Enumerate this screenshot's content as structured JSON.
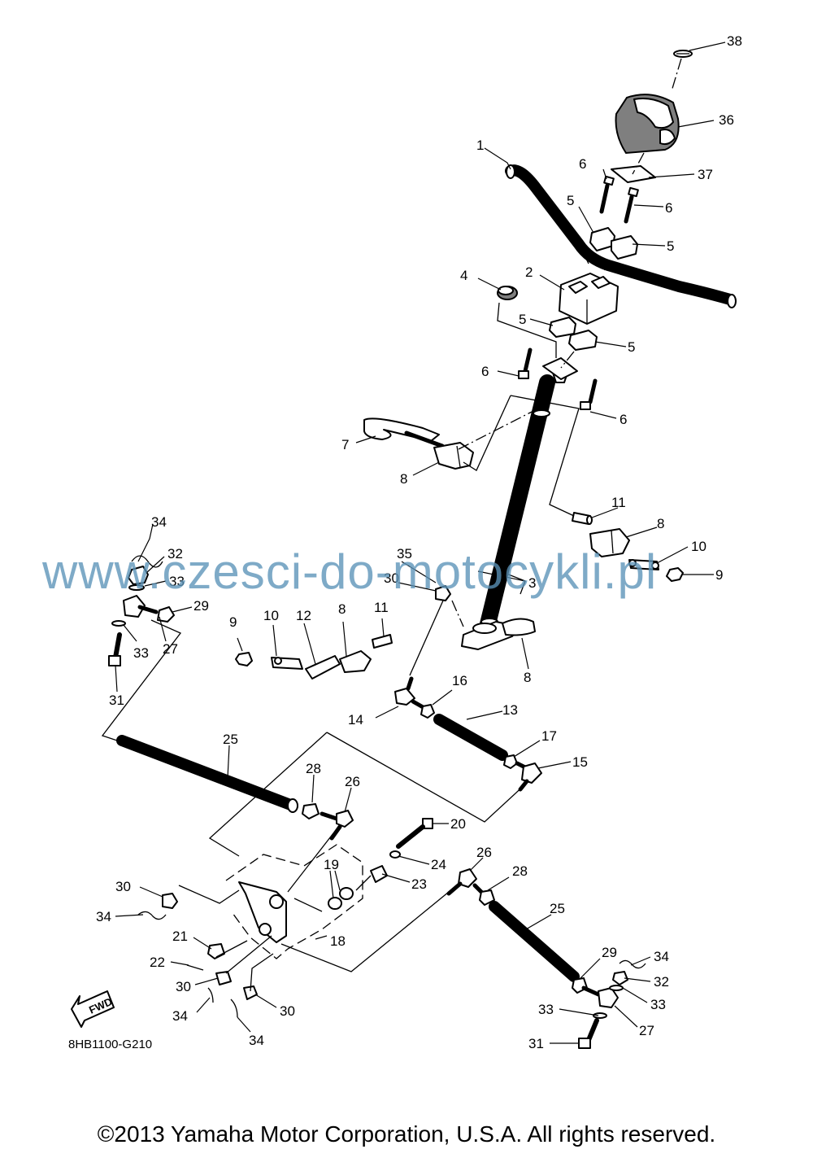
{
  "diagram_code": "8HB1100-G210",
  "fwd_label": "FWD",
  "watermark": "www.czesci-do-motocykli.pl",
  "copyright": "©2013 Yamaha Motor Corporation, U.S.A. All rights reserved.",
  "callouts": [
    {
      "id": "c38",
      "label": "38"
    },
    {
      "id": "c36",
      "label": "36"
    },
    {
      "id": "c37",
      "label": "37"
    },
    {
      "id": "c1",
      "label": "1"
    },
    {
      "id": "c6a",
      "label": "6"
    },
    {
      "id": "c6b",
      "label": "6"
    },
    {
      "id": "c5a",
      "label": "5"
    },
    {
      "id": "c5b",
      "label": "5"
    },
    {
      "id": "c4",
      "label": "4"
    },
    {
      "id": "c2",
      "label": "2"
    },
    {
      "id": "c5c",
      "label": "5"
    },
    {
      "id": "c5d",
      "label": "5"
    },
    {
      "id": "c6c",
      "label": "6"
    },
    {
      "id": "c6d",
      "label": "6"
    },
    {
      "id": "c7",
      "label": "7"
    },
    {
      "id": "c8a",
      "label": "8"
    },
    {
      "id": "c11a",
      "label": "11"
    },
    {
      "id": "c8b",
      "label": "8"
    },
    {
      "id": "c10a",
      "label": "10"
    },
    {
      "id": "c9a",
      "label": "9"
    },
    {
      "id": "c34a",
      "label": "34"
    },
    {
      "id": "c32a",
      "label": "32"
    },
    {
      "id": "c33a",
      "label": "33"
    },
    {
      "id": "c35",
      "label": "35"
    },
    {
      "id": "c30a",
      "label": "30"
    },
    {
      "id": "c3",
      "label": "3"
    },
    {
      "id": "c29a",
      "label": "29"
    },
    {
      "id": "c33b",
      "label": "33"
    },
    {
      "id": "c27a",
      "label": "27"
    },
    {
      "id": "c9b",
      "label": "9"
    },
    {
      "id": "c10b",
      "label": "10"
    },
    {
      "id": "c12",
      "label": "12"
    },
    {
      "id": "c8c",
      "label": "8"
    },
    {
      "id": "c11b",
      "label": "11"
    },
    {
      "id": "c8d",
      "label": "8"
    },
    {
      "id": "c31a",
      "label": "31"
    },
    {
      "id": "c16",
      "label": "16"
    },
    {
      "id": "c13",
      "label": "13"
    },
    {
      "id": "c14",
      "label": "14"
    },
    {
      "id": "c25a",
      "label": "25"
    },
    {
      "id": "c17",
      "label": "17"
    },
    {
      "id": "c15",
      "label": "15"
    },
    {
      "id": "c28a",
      "label": "28"
    },
    {
      "id": "c26a",
      "label": "26"
    },
    {
      "id": "c20",
      "label": "20"
    },
    {
      "id": "c24",
      "label": "24"
    },
    {
      "id": "c19",
      "label": "19"
    },
    {
      "id": "c26b",
      "label": "26"
    },
    {
      "id": "c23",
      "label": "23"
    },
    {
      "id": "c28b",
      "label": "28"
    },
    {
      "id": "c30b",
      "label": "30"
    },
    {
      "id": "c34b",
      "label": "34"
    },
    {
      "id": "c25b",
      "label": "25"
    },
    {
      "id": "c21",
      "label": "21"
    },
    {
      "id": "c18",
      "label": "18"
    },
    {
      "id": "c22",
      "label": "22"
    },
    {
      "id": "c29b",
      "label": "29"
    },
    {
      "id": "c34c",
      "label": "34"
    },
    {
      "id": "c32b",
      "label": "32"
    },
    {
      "id": "c30c",
      "label": "30"
    },
    {
      "id": "c33c",
      "label": "33"
    },
    {
      "id": "c33d",
      "label": "33"
    },
    {
      "id": "c27b",
      "label": "27"
    },
    {
      "id": "c34d",
      "label": "34"
    },
    {
      "id": "c30d",
      "label": "30"
    },
    {
      "id": "c34e",
      "label": "34"
    },
    {
      "id": "c31b",
      "label": "31"
    }
  ]
}
